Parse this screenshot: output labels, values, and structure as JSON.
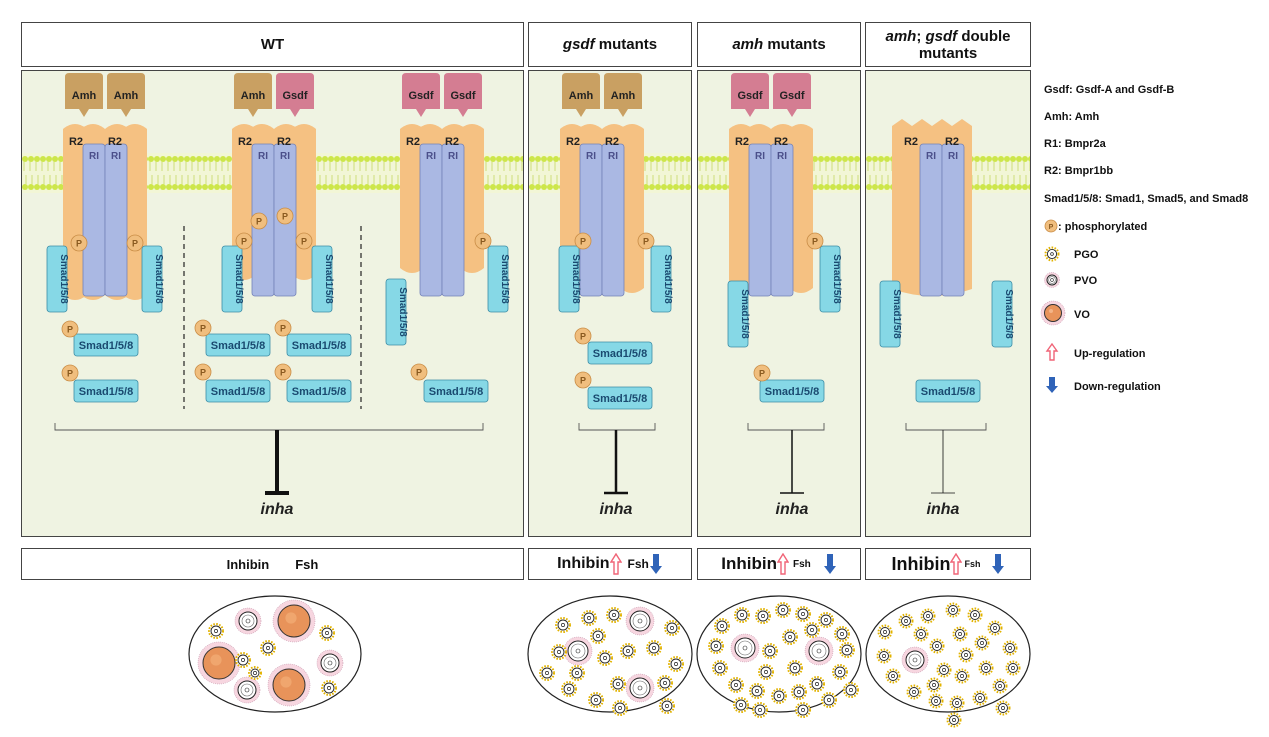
{
  "headers": {
    "wt": "WT",
    "gsdf_italic": "gsdf",
    "gsdf_rest": " mutants",
    "amh_italic": "amh",
    "amh_rest": " mutants",
    "double_italic_1": "amh",
    "double_sep": "; ",
    "double_italic_2": "gsdf",
    "double_rest": " double mutants"
  },
  "labels": {
    "amh": "Amh",
    "gsdf": "Gsdf",
    "r2": "R2",
    "ri": "RI",
    "p": "P",
    "smad": "Smad1/5/8",
    "inha": "inha"
  },
  "footers": {
    "inhibin": "Inhibin",
    "fsh": "Fsh"
  },
  "legend": {
    "gsdf": "Gsdf: Gsdf-A and Gsdf-B",
    "amh": "Amh: Amh",
    "r1": "R1: Bmpr2a",
    "r2": "R2: Bmpr1bb",
    "smad": "Smad1/5/8: Smad1, Smad5, and Smad8",
    "phos": ": phosphorylated",
    "pgo": "PGO",
    "pvo": "PVO",
    "vo": "VO",
    "up": "Up-regulation",
    "down": "Down-regulation"
  },
  "colors": {
    "panel_bg": "#eff3e2",
    "amh_ligand": "#c9a062",
    "gsdf_ligand": "#d47d92",
    "r2_receptor": "#f5c182",
    "ri_receptor": "#aab8e3",
    "smad": "#86d8e6",
    "phospho": "#f0be7e",
    "membrane": "#cde64a",
    "up_arrow": "#f06477",
    "down_arrow": "#2f63b8"
  }
}
